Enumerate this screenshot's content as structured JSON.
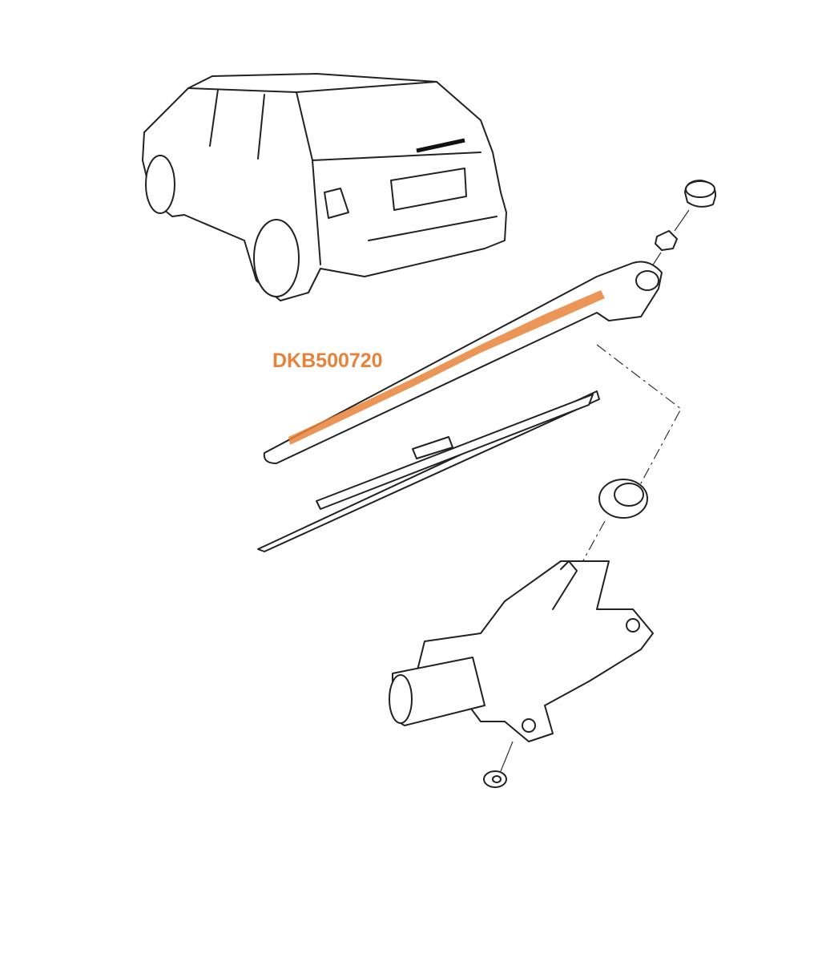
{
  "callout": {
    "part_number": "DKB500720"
  },
  "colors": {
    "highlight": "#e8823a",
    "line": "#222222"
  },
  "components": [
    "vehicle-rear-view",
    "end-cap",
    "nut",
    "wiper-arm",
    "wiper-blade",
    "grommet",
    "wiper-motor",
    "washer"
  ]
}
